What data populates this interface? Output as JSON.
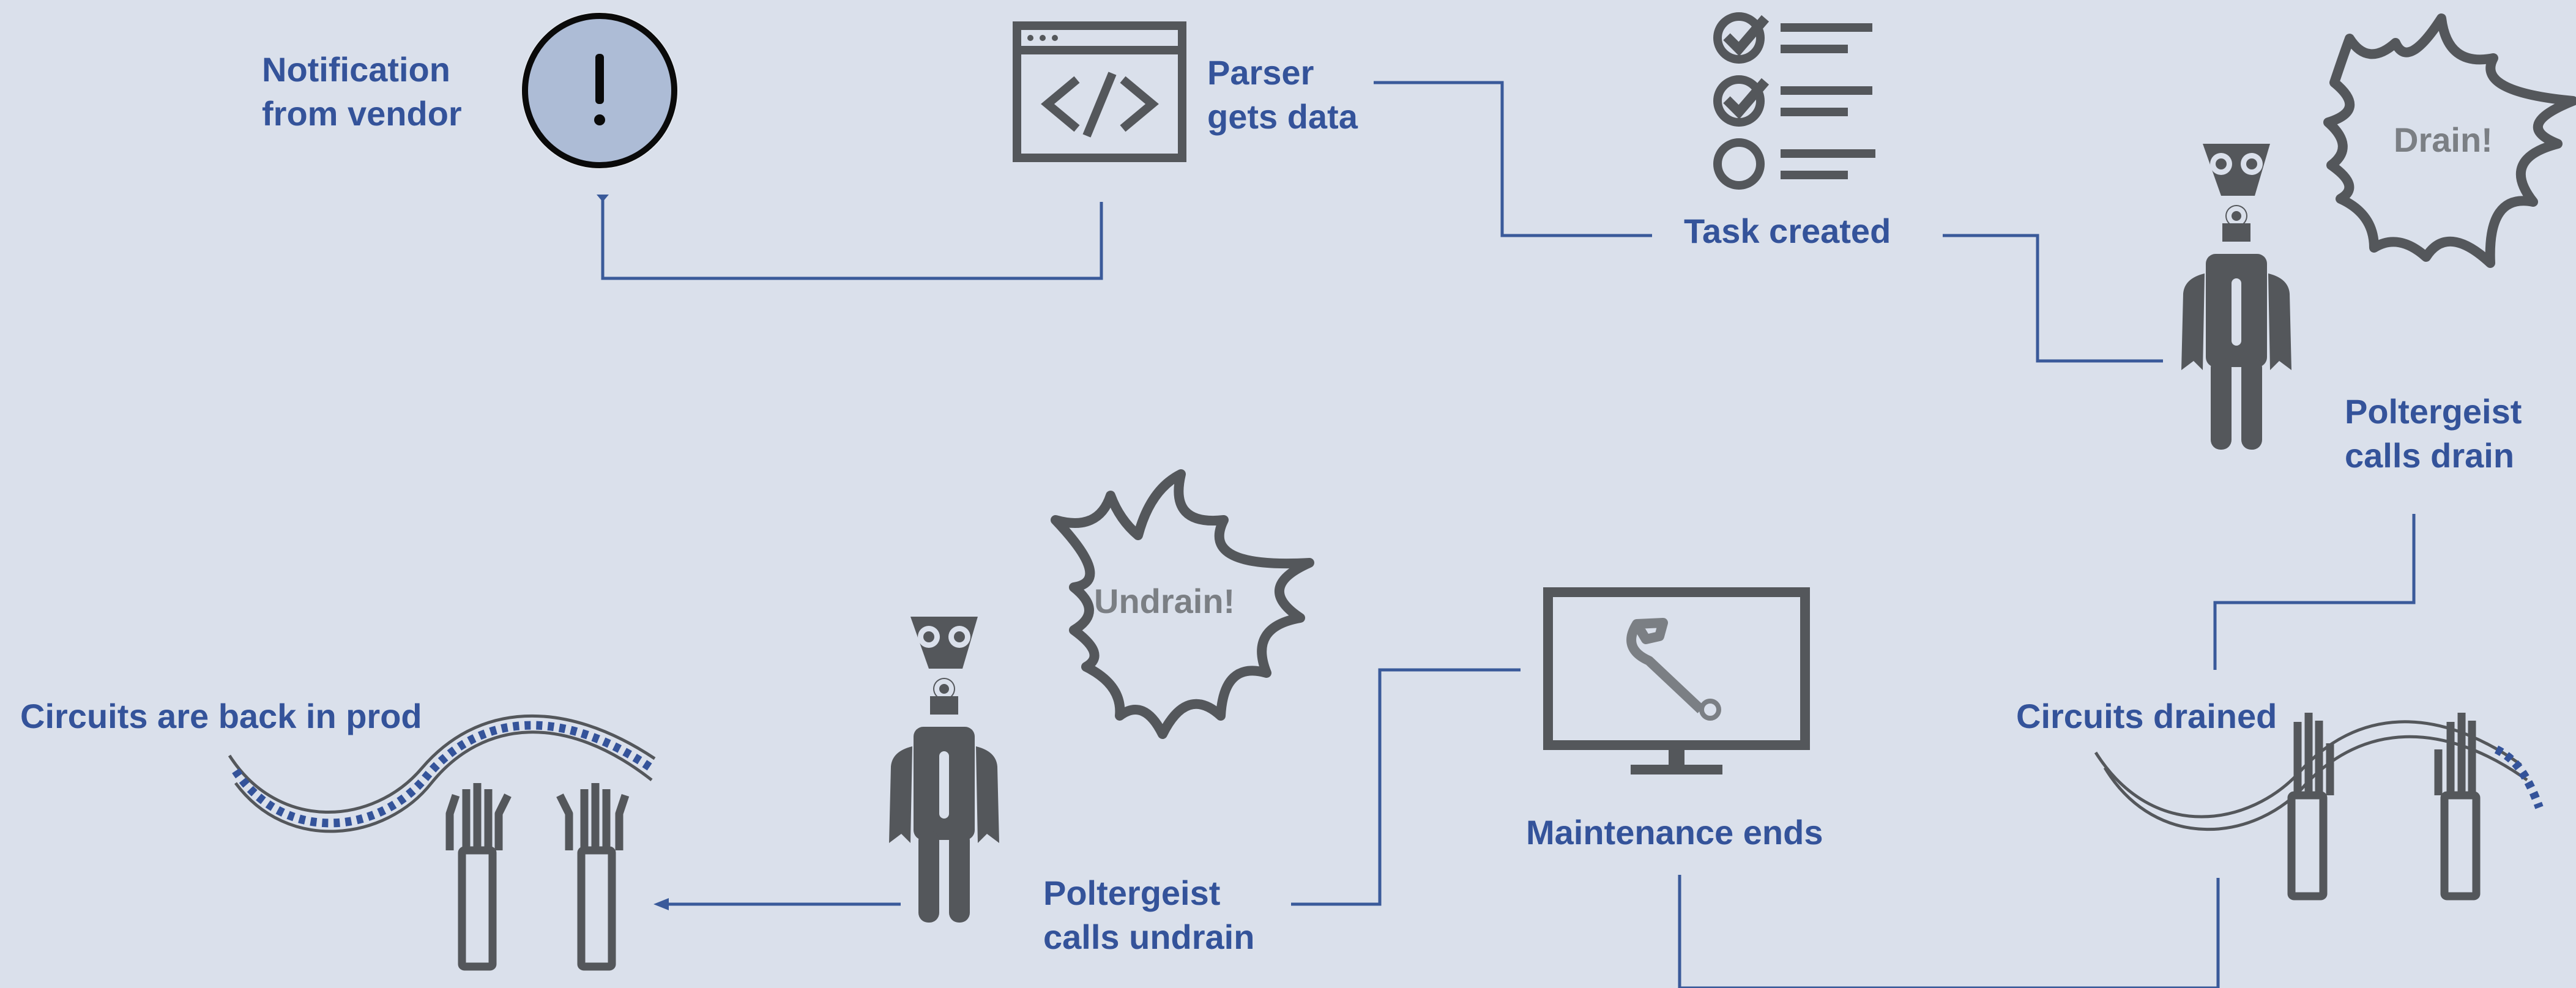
{
  "steps": {
    "notification": "Notification\nfrom vendor",
    "parser": "Parser\ngets data",
    "task": "Task created",
    "drain_call": "Poltergeist\ncalls drain",
    "drained": "Circuits drained",
    "maintenance": "Maintenance ends",
    "undrain_call": "Poltergeist\ncalls undrain",
    "back_in_prod": "Circuits are back in prod"
  },
  "bursts": {
    "drain": "Drain!",
    "undrain": "Undrain!"
  },
  "icons": {
    "notification": "alert-circle-icon",
    "parser": "code-window-icon",
    "task": "checklist-icon",
    "robot": "robot-icon",
    "burst": "speech-burst-icon",
    "monitor": "monitor-wrench-icon",
    "circuit": "circuit-cable-hands-icon"
  },
  "colors": {
    "background": "#dae0eb",
    "text": "#34539a",
    "icon": "#54575b",
    "line": "#3a5a9a",
    "alert_fill": "#adbcd6",
    "burst_text": "#7b7f84"
  }
}
